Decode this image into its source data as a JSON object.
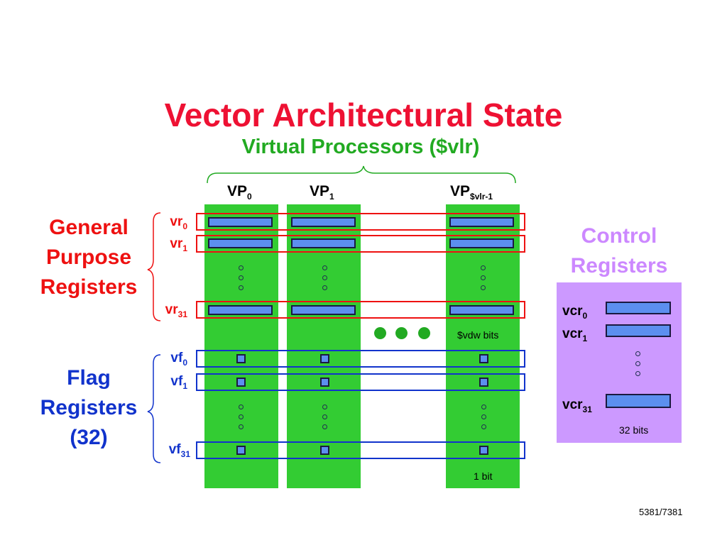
{
  "title": "Vector Architectural State",
  "subtitle": "Virtual Processors ($vlr)",
  "virtual_processors": [
    {
      "base": "VP",
      "sub": "0"
    },
    {
      "base": "VP",
      "sub": "1"
    },
    {
      "base": "VP",
      "sub": "$vlr-1"
    }
  ],
  "general_purpose": {
    "label_lines": [
      "General",
      "Purpose",
      "Registers"
    ],
    "regs": [
      {
        "base": "vr",
        "sub": "0"
      },
      {
        "base": "vr",
        "sub": "1"
      },
      {
        "base": "vr",
        "sub": "31"
      }
    ],
    "width_note": "$vdw bits"
  },
  "flag": {
    "label_lines": [
      "Flag",
      "Registers",
      "(32)"
    ],
    "regs": [
      {
        "base": "vf",
        "sub": "0"
      },
      {
        "base": "vf",
        "sub": "1"
      },
      {
        "base": "vf",
        "sub": "31"
      }
    ],
    "width_note": "1 bit"
  },
  "control": {
    "label_lines": [
      "Control",
      "Registers"
    ],
    "regs": [
      {
        "base": "vcr",
        "sub": "0"
      },
      {
        "base": "vcr",
        "sub": "1"
      },
      {
        "base": "vcr",
        "sub": "31"
      }
    ],
    "width_note": "32 bits"
  },
  "footer": "5381/7381",
  "colors": {
    "title": "#ee1133",
    "subtitle": "#22aa22",
    "processor_column": "#33cc33",
    "general_purpose": "#ee1111",
    "flag": "#1133cc",
    "control_panel": "#cc99ff",
    "control_label": "#cc88ff",
    "register_fill": "#5c8fef",
    "ellipsis": "#22aa22"
  }
}
